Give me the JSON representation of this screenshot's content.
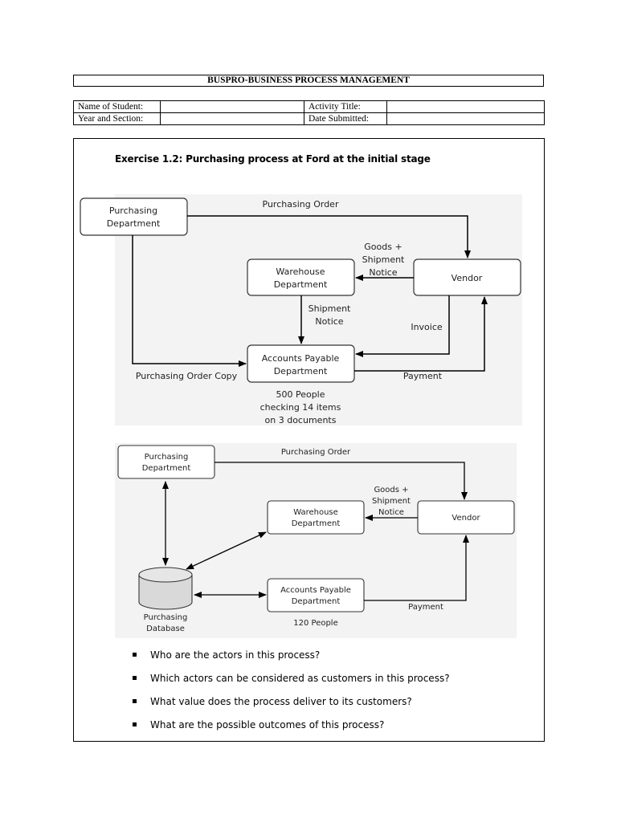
{
  "header": {
    "title": "BUSPRO-BUSINESS PROCESS MANAGEMENT"
  },
  "info": {
    "name_label": "Name of Student:",
    "name_value": "",
    "activity_label": "Activity Title:",
    "activity_value": "",
    "year_label": "Year and Section:",
    "year_value": "",
    "date_label": "Date Submitted:",
    "date_value": ""
  },
  "exercise_title": "Exercise 1.2: Purchasing process at Ford at the initial stage",
  "diagram1": {
    "purchasing": [
      "Purchasing",
      "Department"
    ],
    "warehouse": [
      "Warehouse",
      "Department"
    ],
    "vendor": "Vendor",
    "ap": [
      "Accounts Payable",
      "Department"
    ],
    "purchasing_order": "Purchasing Order",
    "goods_notice": [
      "Goods +",
      "Shipment",
      "Notice"
    ],
    "shipment_notice": [
      "Shipment",
      "Notice"
    ],
    "invoice": "Invoice",
    "po_copy": "Purchasing Order Copy",
    "payment": "Payment",
    "people": [
      "500 People",
      "checking 14 items",
      "on 3 documents"
    ]
  },
  "diagram2": {
    "purchasing": [
      "Purchasing",
      "Department"
    ],
    "warehouse": [
      "Warehouse",
      "Department"
    ],
    "vendor": "Vendor",
    "ap": [
      "Accounts Payable",
      "Department"
    ],
    "database": [
      "Purchasing",
      "Database"
    ],
    "purchasing_order": "Purchasing Order",
    "goods_notice": [
      "Goods +",
      "Shipment",
      "Notice"
    ],
    "payment": "Payment",
    "people": "120 People"
  },
  "questions": [
    "Who are the actors in this process?",
    "Which actors can be considered as customers in this process?",
    "What value does the process deliver to its customers?",
    "What are the possible outcomes of this process?"
  ]
}
